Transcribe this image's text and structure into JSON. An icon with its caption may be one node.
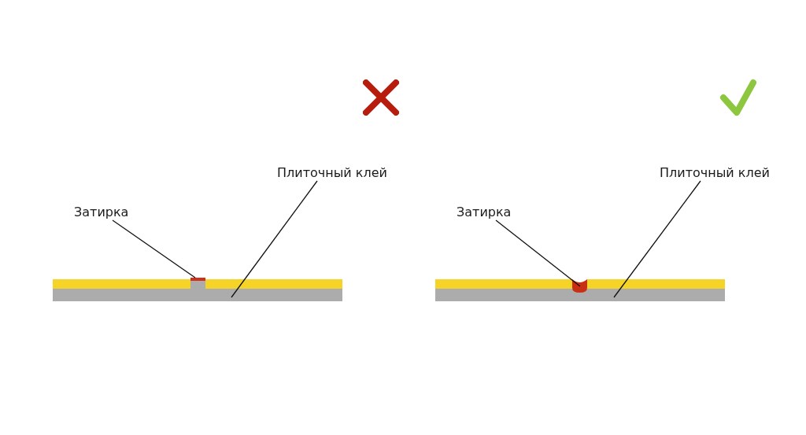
{
  "diagram": {
    "nodes": [
      {
        "text": [
          "Плиточный клей"
        ]
      },
      {
        "text": [
          "Затирка"
        ]
      },
      {
        "text": [],
        "shape": "bar"
      },
      {
        "text": [],
        "shape": "bar"
      },
      {
        "text": [
          "Плиточный клей"
        ]
      },
      {
        "text": [
          "Затирка"
        ]
      },
      {
        "text": [],
        "shape": "cup"
      },
      {
        "text": [],
        "shape": "bar"
      }
    ],
    "edges": [
      {
        "from": 0,
        "to": 3,
        "arrow": "none"
      },
      {
        "from": 1,
        "to": 2,
        "arrow": "none"
      },
      {
        "from": 4,
        "to": 7,
        "arrow": "none"
      },
      {
        "from": 5,
        "to": 6,
        "arrow": "none"
      }
    ]
  }
}
